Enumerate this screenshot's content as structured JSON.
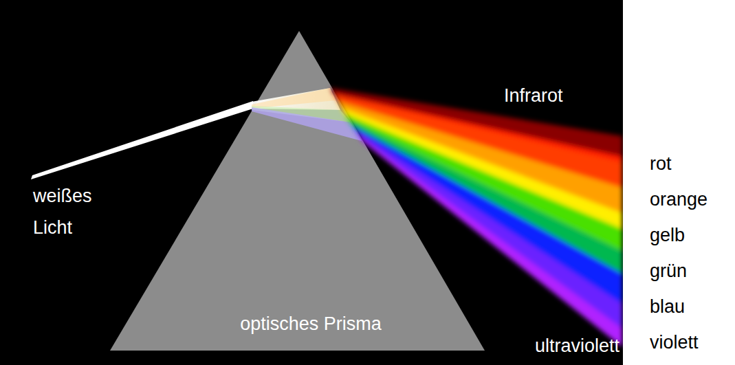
{
  "diagram": {
    "nodes": [
      {
        "text": [
          "optisches Prisma"
        ]
      }
    ],
    "labels": [
      "weißes Licht",
      "Infrarot",
      "rot",
      "orange",
      "gelb",
      "grün",
      "blau",
      "violett",
      "ultraviolett"
    ]
  }
}
